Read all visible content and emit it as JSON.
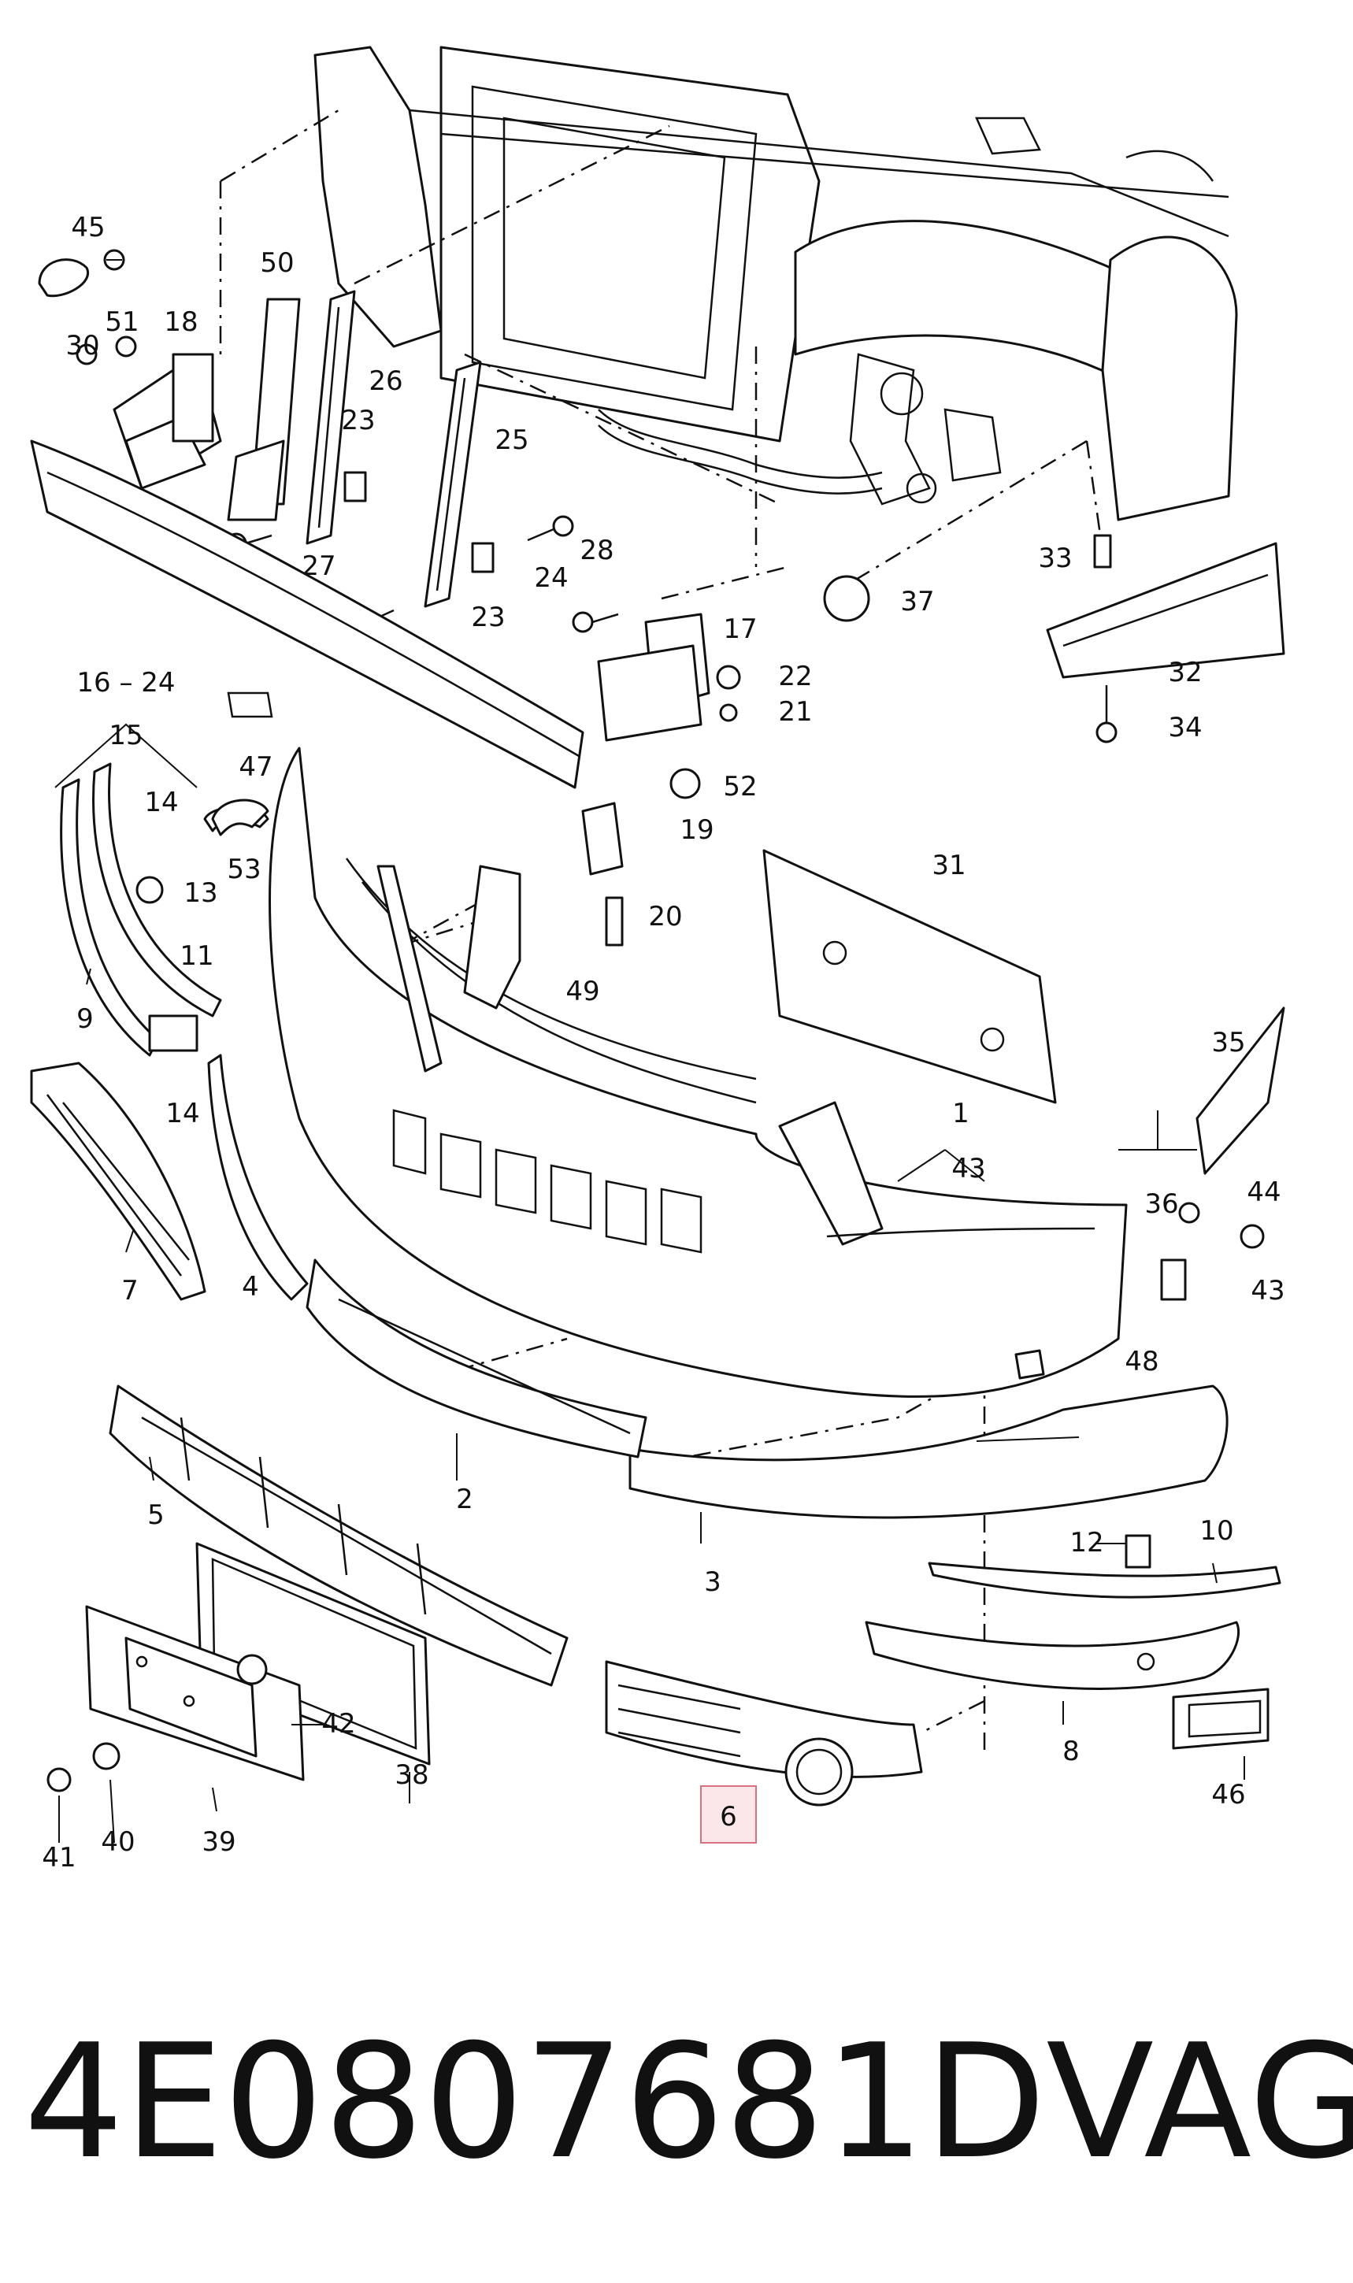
{
  "callouts": {
    "c1": "1",
    "c2": "2",
    "c3": "3",
    "c4": "4",
    "c5": "5",
    "c6": "6",
    "c7": "7",
    "c8": "8",
    "c9": "9",
    "c10": "10",
    "c11": "11",
    "c12": "12",
    "c13": "13",
    "c14a": "14",
    "c14b": "14",
    "c15": "15",
    "c16_24": "16 – 24",
    "c17": "17",
    "c18": "18",
    "c19": "19",
    "c20": "20",
    "c21": "21",
    "c22": "22",
    "c23a": "23",
    "c23b": "23",
    "c24": "24",
    "c25": "25",
    "c26": "26",
    "c27": "27",
    "c28": "28",
    "c30": "30",
    "c31": "31",
    "c32": "32",
    "c33": "33",
    "c34": "34",
    "c35": "35",
    "c36": "36",
    "c37": "37",
    "c38": "38",
    "c39": "39",
    "c40": "40",
    "c41": "41",
    "c42": "42",
    "c43a": "43",
    "c43b": "43",
    "c44": "44",
    "c45": "45",
    "c46": "46",
    "c47": "47",
    "c48": "48",
    "c49": "49",
    "c50": "50",
    "c51": "51",
    "c52": "52",
    "c53": "53"
  },
  "highlighted_callout": "6",
  "caption": {
    "part_number": "4E0807681D",
    "brand": "VAG"
  }
}
